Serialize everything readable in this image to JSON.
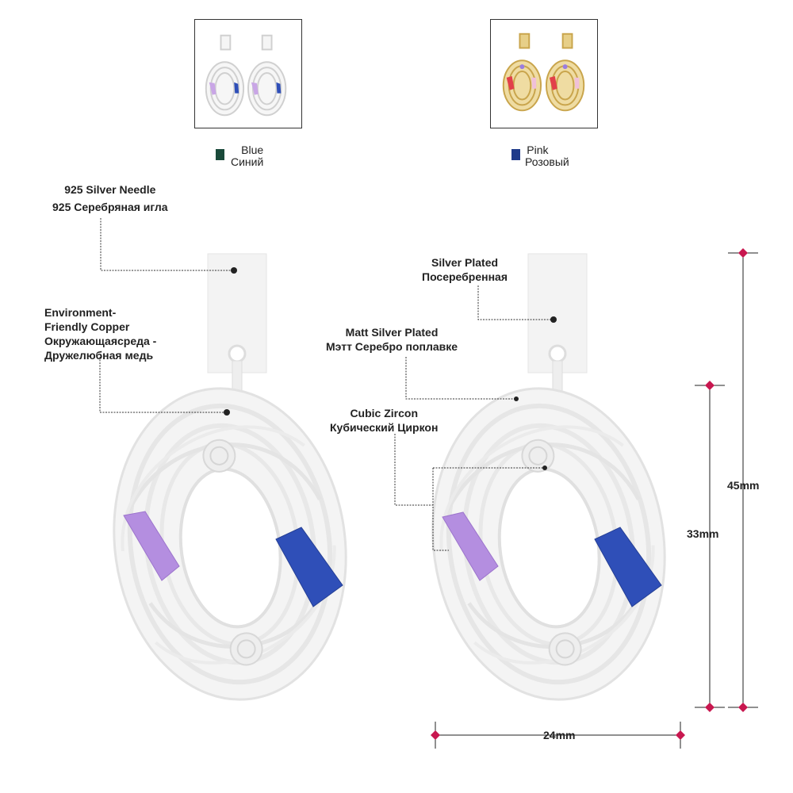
{
  "variants": [
    {
      "name_en": "Blue",
      "name_ru": "Синий",
      "swatch_color": "#1a4a3a",
      "metal": "silver"
    },
    {
      "name_en": "Pink",
      "name_ru": "Розовый",
      "swatch_color": "#1e3a8a",
      "metal": "gold"
    }
  ],
  "callouts": {
    "needle": {
      "en": "925 Silver Needle",
      "ru": "925  Серебряная игла"
    },
    "copper": {
      "en1": "Environment-",
      "en2": "Friendly Copper",
      "ru1": "Окружающаясреда -",
      "ru2": "Дружелюбная медь"
    },
    "silver_plated": {
      "en": "Silver Plated",
      "ru": "Посеребренная"
    },
    "matt_silver": {
      "en": "Matt Silver Plated",
      "ru": "Мэтт Серебро поплавке"
    },
    "zircon": {
      "en": "Cubic Zircon",
      "ru": "Кубический Циркон"
    }
  },
  "dimensions": {
    "total_height": "45mm",
    "pendant_height": "33mm",
    "width": "24mm"
  },
  "colors": {
    "marker": "#c8174f",
    "purple_stone": "#b48ee0",
    "blue_stone": "#2f4fb8",
    "gold": "#d9b860",
    "silver": "#f2f2f2"
  }
}
